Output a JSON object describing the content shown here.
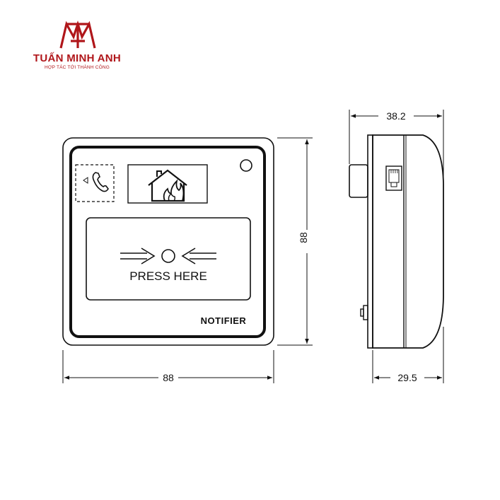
{
  "brand": {
    "name": "TUẤN MINH ANH",
    "slogan": "HỢP TÁC TỚI THÀNH CÔNG",
    "color": "#b0161a",
    "logo_icon": "tma-monogram-icon"
  },
  "device": {
    "manufacturer_label": "NOTIFIER",
    "button_label": "PRESS HERE",
    "icons": [
      "telephone-icon",
      "house-fire-icon",
      "arrow-right-icon",
      "arrow-left-icon",
      "rj-jack-icon"
    ]
  },
  "dimensions": {
    "front_width": "88",
    "front_height": "88",
    "side_depth_total": "38.2",
    "side_depth_body": "29.5"
  }
}
